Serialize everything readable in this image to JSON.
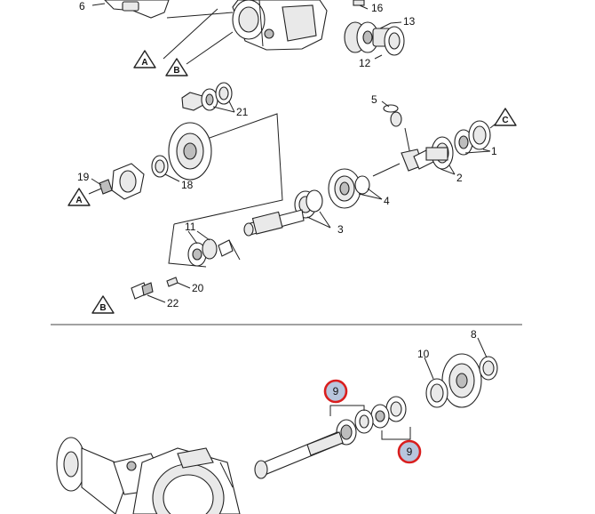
{
  "part_labels": {
    "p1": "1",
    "p2": "2",
    "p3": "3",
    "p4": "4",
    "p5": "5",
    "p6": "6",
    "p8": "8",
    "p10": "10",
    "p11": "11",
    "p12": "12",
    "p13": "13",
    "p16": "16",
    "p18": "18",
    "p19": "19",
    "p20": "20",
    "p21": "21",
    "p22": "22"
  },
  "warning_letters": {
    "wA1": "A",
    "wB1": "B",
    "wA2": "A",
    "wB2": "B",
    "wC1": "C"
  },
  "highlighted_callouts": {
    "c9a": "9",
    "c9b": "9"
  },
  "colors": {
    "callout_fill": "#b8c6dd",
    "callout_ring": "#d91e1e"
  }
}
